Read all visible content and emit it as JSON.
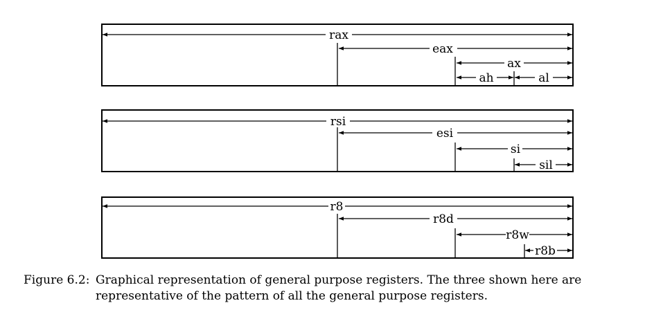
{
  "registers": [
    {
      "name": "rax",
      "labels": [
        "rax",
        "eax",
        "ax",
        "ah",
        "al"
      ]
    },
    {
      "name": "rsi",
      "labels": [
        "rsi",
        "esi",
        "si",
        "sil"
      ]
    },
    {
      "name": "r8",
      "labels": [
        "r8",
        "r8d",
        "r8w",
        "r8b"
      ]
    }
  ],
  "caption": {
    "number": "Figure 6.2:",
    "line1": "Graphical representation of general purpose registers.  The three shown here are",
    "line2": "representative of the pattern of all the general purpose registers."
  }
}
